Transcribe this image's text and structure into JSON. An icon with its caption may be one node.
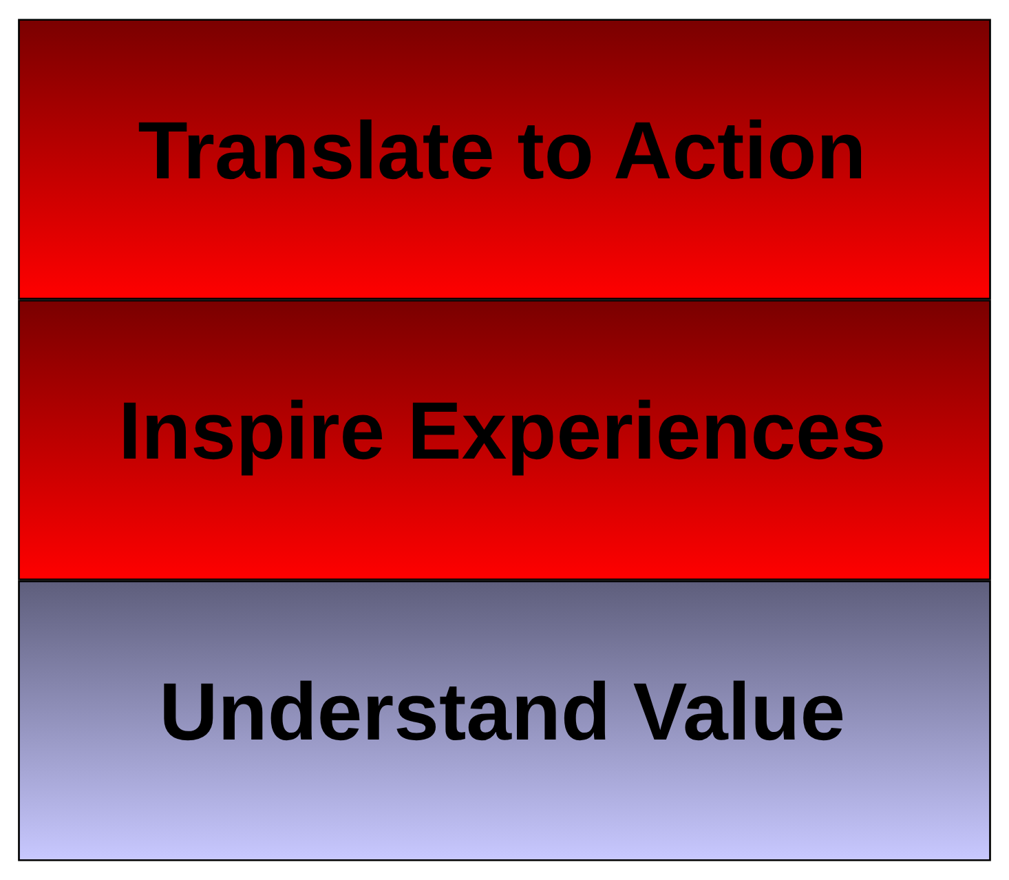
{
  "diagram": {
    "nodes": [
      {
        "text": [
          "Understand Value"
        ]
      },
      {
        "text": [
          "Inspire Experiences"
        ]
      },
      {
        "text": [
          "Translate to Action"
        ]
      }
    ]
  }
}
